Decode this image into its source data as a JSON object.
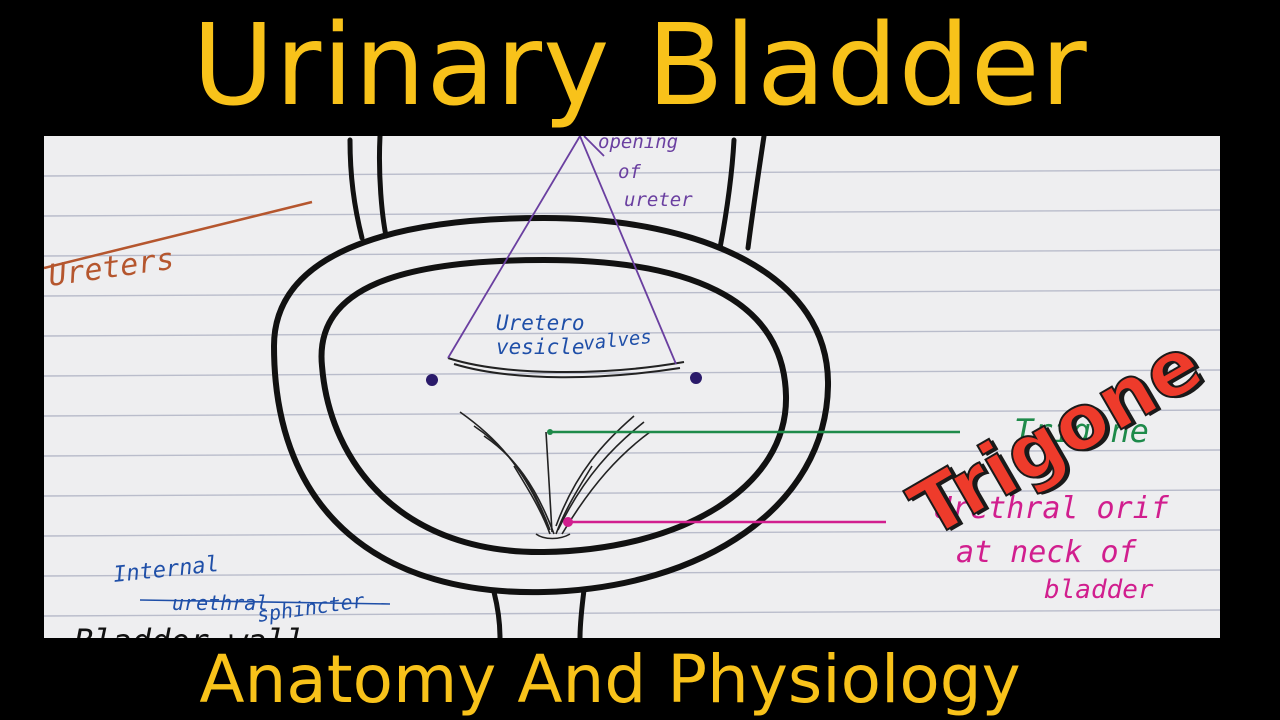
{
  "title": "Urinary Bladder",
  "subtitle": "Anatomy And Physiology",
  "badge": "Trigone",
  "labels": {
    "opening_of_ureter": [
      "opening",
      "of",
      "ureter"
    ],
    "ureters": "Ureters",
    "uretero_vesicle_valves": [
      "Uretero",
      "vesicle",
      "valves"
    ],
    "trigone": "Trigone",
    "urethral_orifice": [
      "Urethral orif",
      "at neck of",
      "bladder"
    ],
    "internal_urethral_sphincter": [
      "Internal",
      "urethral",
      "sphincter"
    ],
    "bladder_wall": "Bladder wall"
  },
  "colors": {
    "title": "#F8C21A",
    "badge": "#EE3B2B",
    "ureters_label": "#B5562E",
    "opening_label": "#6A3FA0",
    "valves_label": "#1F4FA8",
    "trigone_label": "#1E8A4A",
    "orifice_label": "#D11E8E",
    "sphincter_label": "#1F4FA8"
  }
}
